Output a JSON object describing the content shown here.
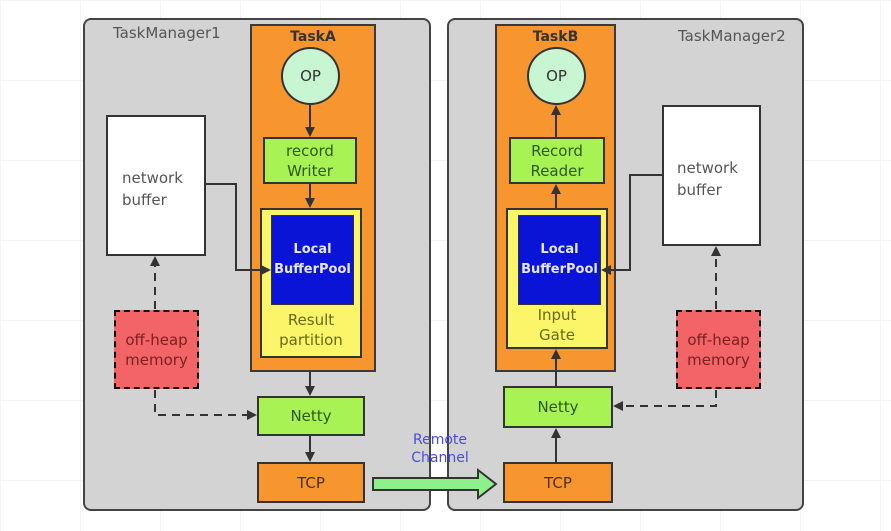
{
  "diagram": {
    "taskmanager1": {
      "label": "TaskManager1",
      "task": {
        "label": "TaskA",
        "op": "OP",
        "record_component": {
          "line1": "record",
          "line2": "Writer"
        },
        "partition": {
          "buffer_pool": {
            "line1": "Local",
            "line2": "BufferPool"
          },
          "line1": "Result",
          "line2": "partition"
        }
      },
      "network_buffer": {
        "line1": "network",
        "line2": "buffer"
      },
      "off_heap": {
        "line1": "off-heap",
        "line2": "memory"
      },
      "netty": "Netty",
      "tcp": "TCP"
    },
    "taskmanager2": {
      "label": "TaskManager2",
      "task": {
        "label": "TaskB",
        "op": "OP",
        "record_component": {
          "line1": "Record",
          "line2": "Reader"
        },
        "gate": {
          "buffer_pool": {
            "line1": "Local",
            "line2": "BufferPool"
          },
          "line1": "Input",
          "line2": "Gate"
        }
      },
      "network_buffer": {
        "line1": "network",
        "line2": "buffer"
      },
      "off_heap": {
        "line1": "off-heap",
        "line2": "memory"
      },
      "netty": "Netty",
      "tcp": "TCP"
    },
    "remote_channel": {
      "line1": "Remote",
      "line2": "Channel"
    },
    "colors": {
      "taskmanager_bg": "#d3d3d3",
      "task_bg": "#f7962e",
      "op_bg": "#c8f5d2",
      "green_box": "#a9f253",
      "result_partition": "#fbf56a",
      "buffer_pool": "#0a14d6",
      "off_heap": "#f26466",
      "remote_arrow": "#8ef08a",
      "remote_label": "#4a4ae8"
    }
  }
}
